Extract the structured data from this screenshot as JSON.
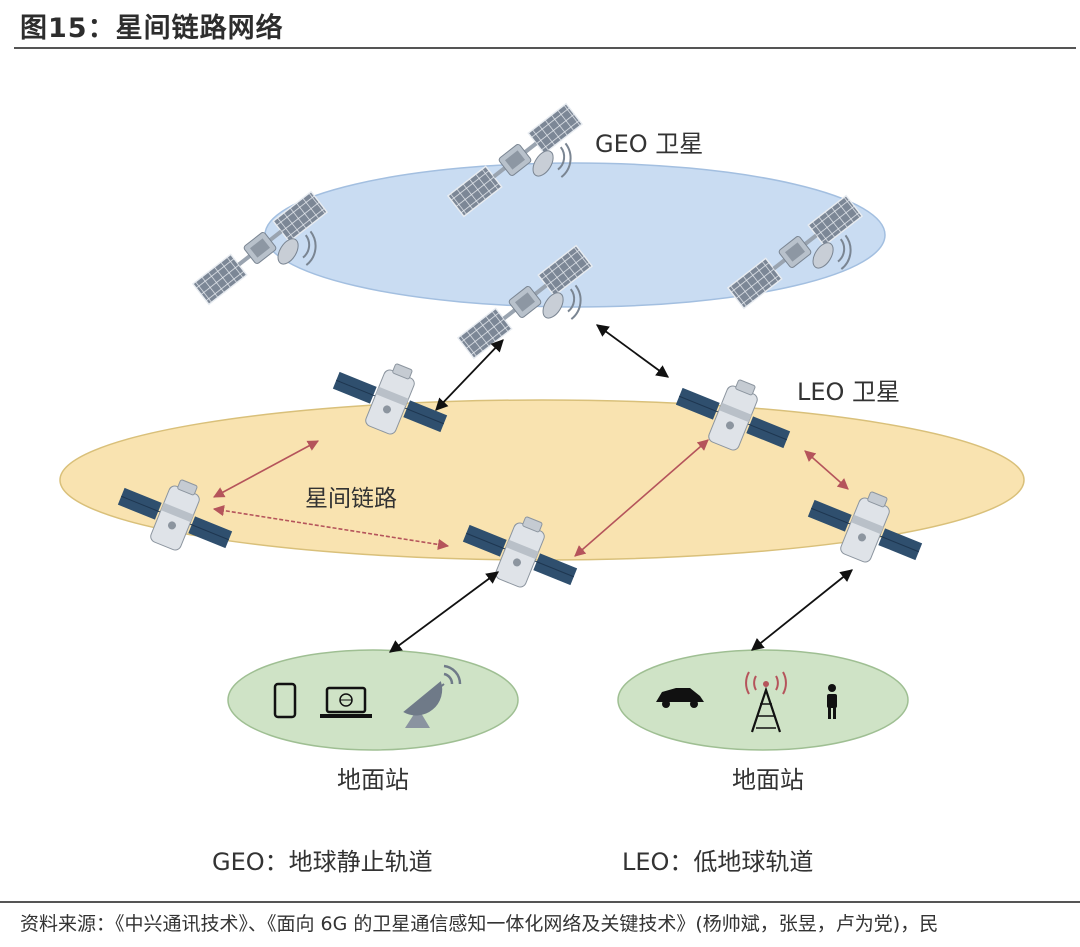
{
  "figure": {
    "title": "图15：星间链路网络",
    "source": "资料来源：《中兴通讯技术》、《面向 6G 的卫星通信感知一体化网络及关键技术》(杨帅斌，张昱，卢为党)，民"
  },
  "diagram": {
    "geo_label": "GEO 卫星",
    "leo_label": "LEO 卫星",
    "isl_label": "星间链路",
    "ground_left_label": "地面站",
    "ground_right_label": "地面站",
    "legend_geo": "GEO：地球静止轨道",
    "legend_leo": "LEO：低地球轨道"
  },
  "colors": {
    "geo_orbit": "#c9dcf2",
    "leo_orbit": "#f9e3b0",
    "ground": "#cfe3c6",
    "panel": "#7c8796",
    "isl_arrow": "#b5545b",
    "link_arrow": "#111111"
  }
}
